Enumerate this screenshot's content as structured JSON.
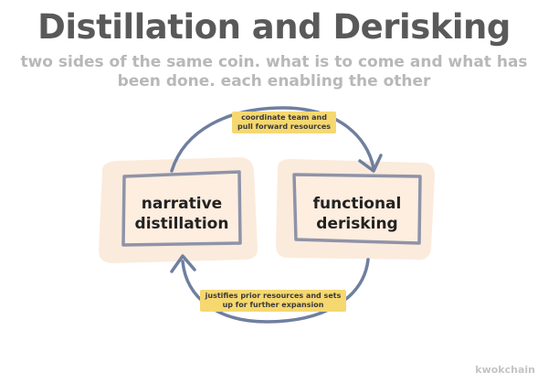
{
  "title": "Distillation and Derisking",
  "subtitle": "two sides of the same coin. what is to come and what has been done. each enabling the other",
  "boxes": {
    "left": "narrative distillation",
    "right": "functional derisking"
  },
  "notes": {
    "top": "coordinate team and pull forward resources",
    "bottom": "justifies prior resources and sets up for further expansion"
  },
  "signature": "kwokchain",
  "colors": {
    "title": "#595959",
    "subtitle": "#b8b8b8",
    "box_fill": "#fbe9d8",
    "box_outline": "#8f93a8",
    "arrow": "#6f7f9f",
    "note_highlight": "#f6d870"
  }
}
